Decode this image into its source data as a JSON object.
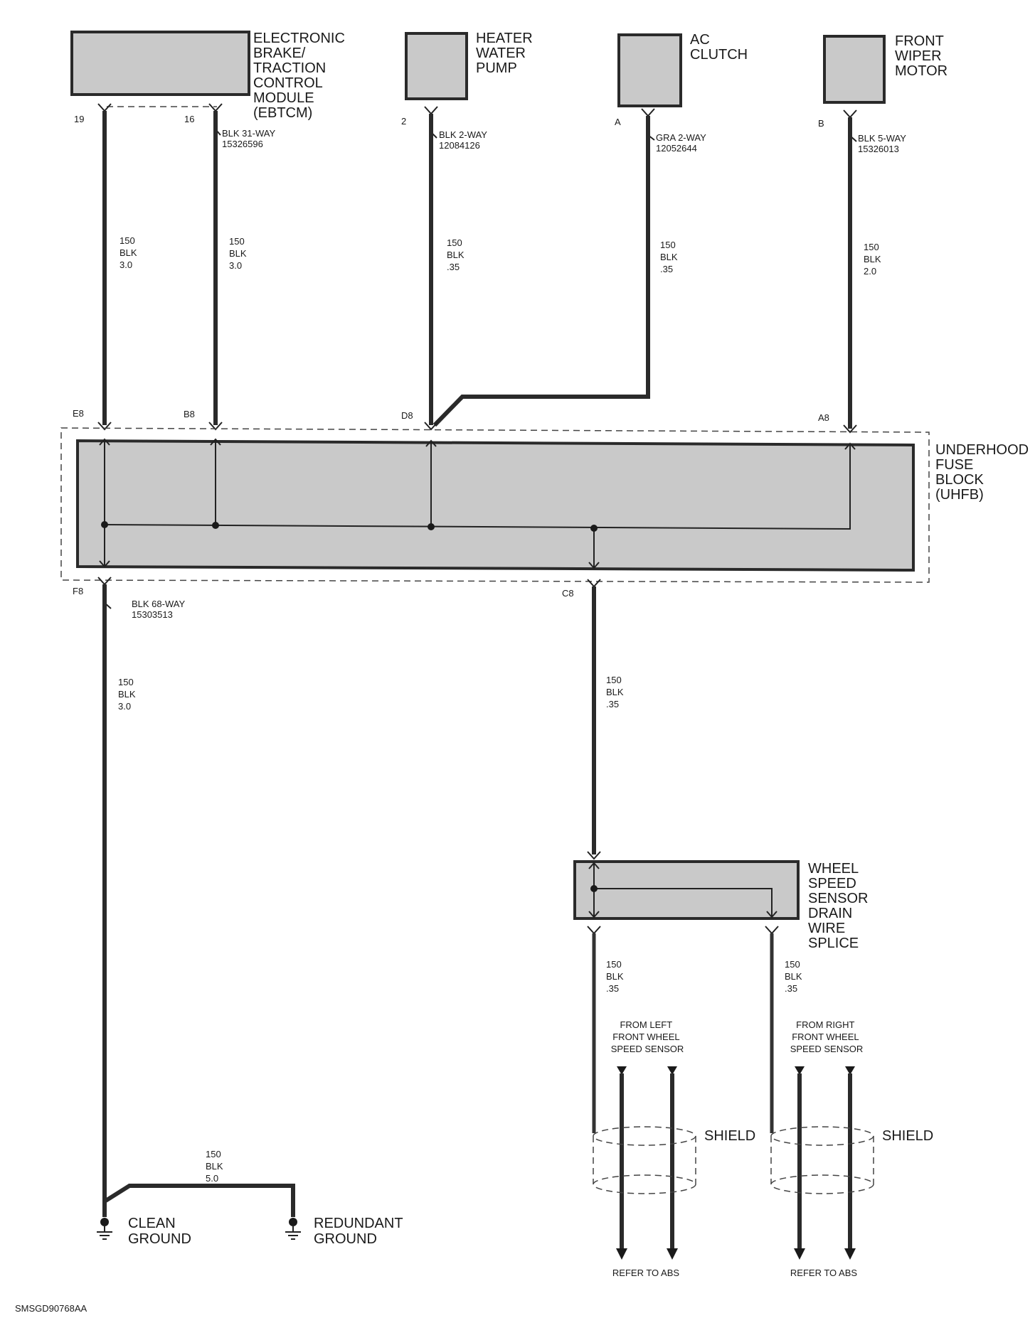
{
  "components": {
    "ebtcm": {
      "lines": [
        "ELECTRONIC",
        "BRAKE/",
        "TRACTION",
        "CONTROL",
        "MODULE",
        "(EBTCM)"
      ]
    },
    "heater_pump": {
      "lines": [
        "HEATER",
        "WATER",
        "PUMP"
      ]
    },
    "ac_clutch": {
      "lines": [
        "AC",
        "CLUTCH"
      ]
    },
    "wiper_motor": {
      "lines": [
        "FRONT",
        "WIPER",
        "MOTOR"
      ]
    },
    "uhfb": {
      "lines": [
        "UNDERHOOD",
        "FUSE",
        "BLOCK",
        "(UHFB)"
      ]
    },
    "splice": {
      "lines": [
        "WHEEL",
        "SPEED",
        "SENSOR",
        "DRAIN",
        "WIRE",
        "SPLICE"
      ]
    }
  },
  "cavities": {
    "ebtcm_19": "19",
    "ebtcm_16": "16",
    "pump_2": "2",
    "ac_a": "A",
    "wiper_b": "B",
    "uhfb_e8": "E8",
    "uhfb_b8": "B8",
    "uhfb_d8": "D8",
    "uhfb_a8": "A8",
    "uhfb_f8": "F8",
    "uhfb_c8": "C8"
  },
  "connectors": {
    "ebtcm": [
      "BLK 31-WAY",
      "15326596"
    ],
    "pump": [
      "BLK 2-WAY",
      "12084126"
    ],
    "ac": [
      "GRA 2-WAY",
      "12052644"
    ],
    "wiper": [
      "BLK 5-WAY",
      "15326013"
    ],
    "uhfb": [
      "BLK 68-WAY",
      "15303513"
    ]
  },
  "wires": {
    "w_e8": [
      "150",
      "BLK",
      "3.0"
    ],
    "w_b8": [
      "150",
      "BLK",
      "3.0"
    ],
    "w_d8": [
      "150",
      "BLK",
      ".35"
    ],
    "w_ac": [
      "150",
      "BLK",
      ".35"
    ],
    "w_a8": [
      "150",
      "BLK",
      "2.0"
    ],
    "w_f8": [
      "150",
      "BLK",
      "3.0"
    ],
    "w_c8": [
      "150",
      "BLK",
      ".35"
    ],
    "w_left": [
      "150",
      "BLK",
      ".35"
    ],
    "w_right": [
      "150",
      "BLK",
      ".35"
    ],
    "w_ground": [
      "150",
      "BLK",
      "5.0"
    ]
  },
  "sensors": {
    "left": [
      "FROM LEFT",
      "FRONT WHEEL",
      "SPEED SENSOR"
    ],
    "right": [
      "FROM RIGHT",
      "FRONT WHEEL",
      "SPEED SENSOR"
    ],
    "shield": "SHIELD",
    "refer": "REFER TO ABS"
  },
  "grounds": {
    "clean": [
      "CLEAN",
      "GROUND"
    ],
    "redundant": [
      "REDUNDANT",
      "GROUND"
    ]
  },
  "figure_id": "SMSGD90768AA"
}
